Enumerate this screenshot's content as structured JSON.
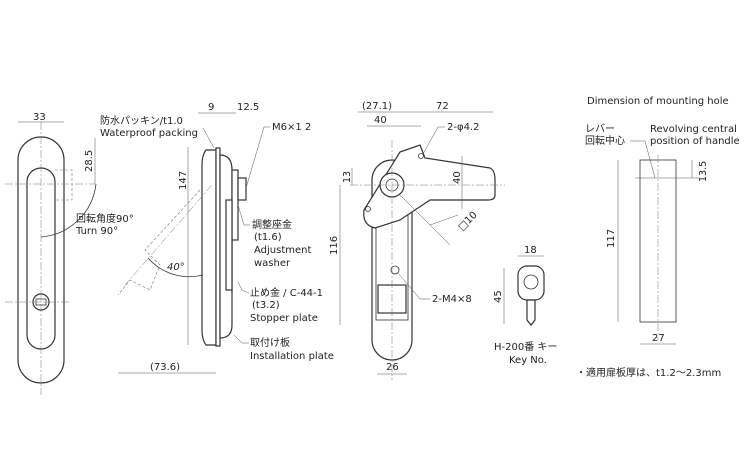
{
  "front_view": {
    "width_dim": "33",
    "offset_dim": "28.5",
    "turn_jp": "回転角度90°",
    "turn_en": "Turn 90°"
  },
  "side_view": {
    "dim_9": "9",
    "dim_12_5": "12.5",
    "dim_147": "147",
    "dim_73_6": "(73.6)",
    "angle": "40°",
    "packing_jp": "防水パッキン/t1.0",
    "packing_en": "Waterproof packing",
    "bolt": "M6×1 2",
    "washer_jp": "調整座金",
    "washer_t": "(t1.6)",
    "washer_en1": "Adjustment",
    "washer_en2": "washer",
    "stopper_jp": "止め金 / C-44-1",
    "stopper_t": "(t3.2)",
    "stopper_en": "Stopper plate",
    "install_jp": "取付け板",
    "install_en": "Installation plate"
  },
  "rear_view": {
    "dim_27_1": "(27.1)",
    "dim_72": "72",
    "dim_40_h": "40",
    "dim_40_v": "40",
    "dim_13": "13",
    "dim_116": "116",
    "dim_26": "26",
    "dim_10": "□10",
    "holes": "2-φ4.2",
    "screws": "2-M4×8"
  },
  "key": {
    "dim_18": "18",
    "dim_45": "45",
    "label_jp": "H-200番 キー",
    "label_en": "Key No."
  },
  "mounting_hole": {
    "title": "Dimension of mounting hole",
    "lever_jp1": "レバー",
    "lever_jp2": "回転中心",
    "center_en1": "Revolving central",
    "center_en2": "position of handle",
    "dim_13_5": "13.5",
    "dim_117": "117",
    "dim_27": "27"
  },
  "note": "・適用扉板厚は、t1.2〜2.3mm"
}
